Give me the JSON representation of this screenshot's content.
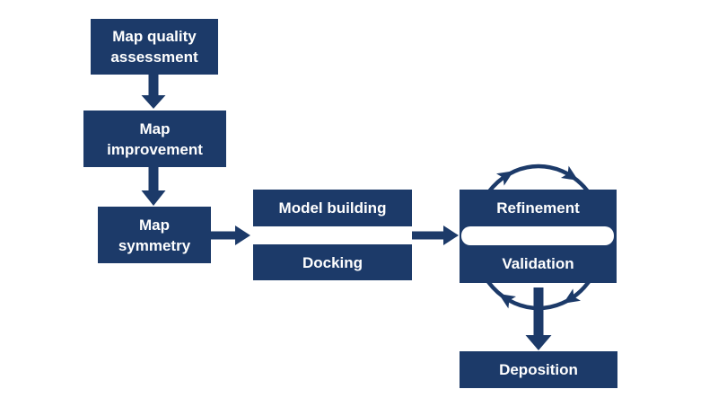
{
  "colors": {
    "node_fill": "#1c3a69",
    "arrow": "#1c3a69",
    "node_text": "#ffffff",
    "background": "#ffffff"
  },
  "nodes": {
    "map_quality": "Map quality\nassessment",
    "map_improvement": "Map\nimprovement",
    "map_symmetry": "Map\nsymmetry",
    "model_building": "Model building",
    "docking": "Docking",
    "refinement": "Refinement",
    "validation": "Validation",
    "deposition": "Deposition"
  },
  "edges": [
    {
      "from": "Map quality assessment",
      "to": "Map improvement",
      "type": "block-arrow-down"
    },
    {
      "from": "Map improvement",
      "to": "Map symmetry",
      "type": "block-arrow-down"
    },
    {
      "from": "Map symmetry",
      "to": "Model building / Docking",
      "type": "block-arrow-right"
    },
    {
      "from": "Model building / Docking",
      "to": "Refinement / Validation",
      "type": "block-arrow-right"
    },
    {
      "between": [
        "Refinement",
        "Validation"
      ],
      "type": "cycle",
      "direction": "clockwise"
    },
    {
      "from": "Refinement / Validation",
      "to": "Deposition",
      "type": "block-arrow-down"
    }
  ]
}
